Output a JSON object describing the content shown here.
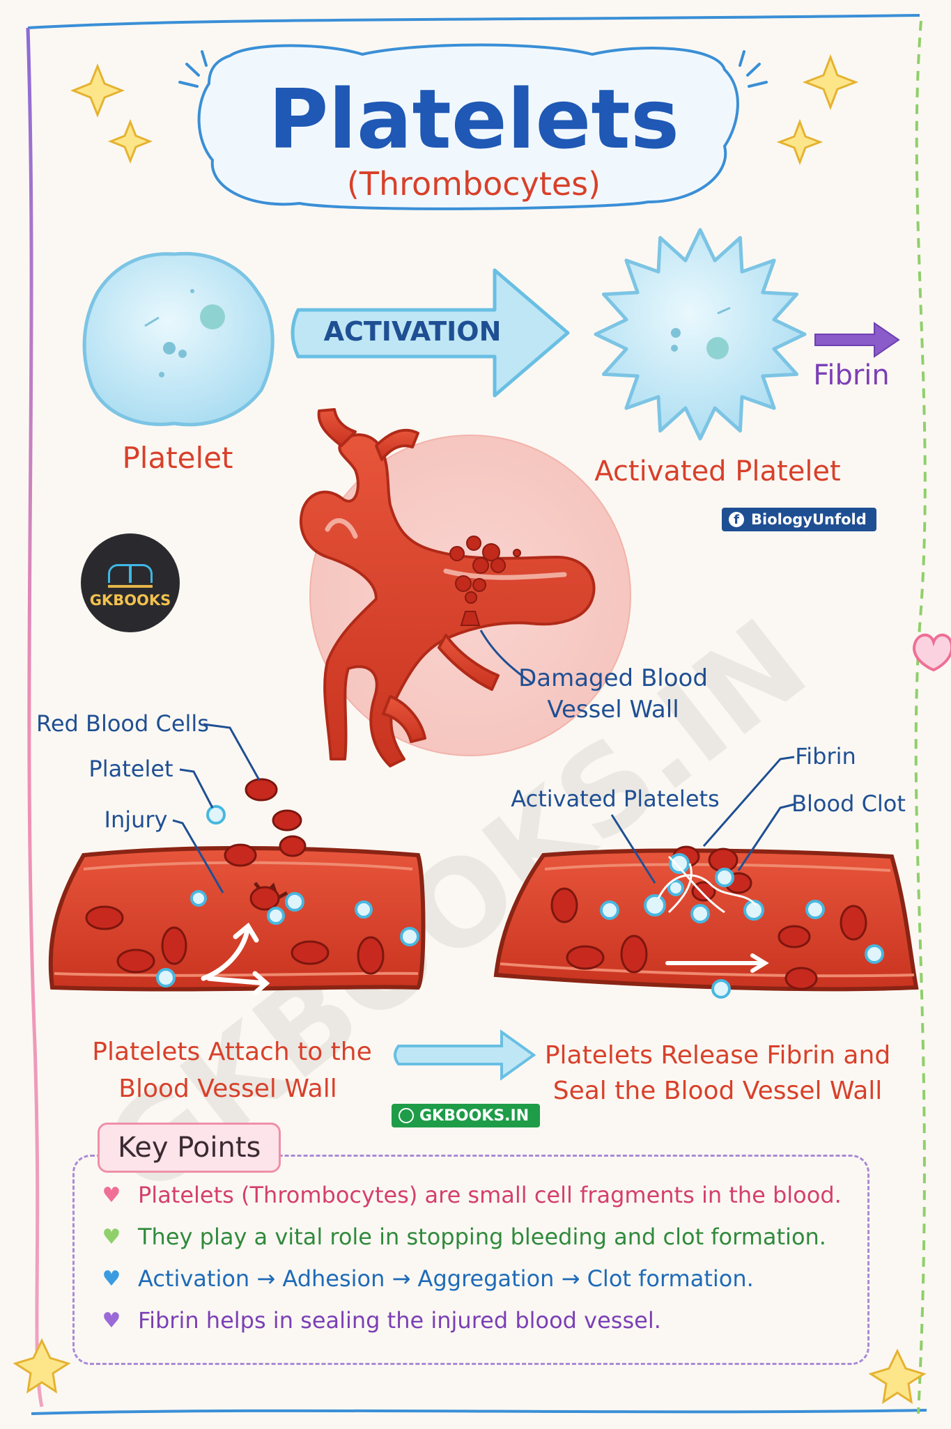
{
  "title": "Platelets",
  "subtitle": "(Thrombocytes)",
  "top_row": {
    "platelet_label": "Platelet",
    "activation_label": "ACTIVATION",
    "activated_label": "Activated Platelet",
    "fibrin_label": "Fibrin"
  },
  "vessel_diagram": {
    "damaged_label_line1": "Damaged Blood",
    "damaged_label_line2": "Vessel Wall"
  },
  "left_panel": {
    "rbc_label": "Red Blood Cells",
    "platelet_label": "Platelet",
    "injury_label": "Injury",
    "caption_line1": "Platelets Attach to the",
    "caption_line2": "Blood Vessel Wall"
  },
  "right_panel": {
    "activated_label": "Activated Platelets",
    "fibrin_label": "Fibrin",
    "clot_label": "Blood Clot",
    "caption_line1": "Platelets Release Fibrin and",
    "caption_line2": "Seal the Blood Vessel Wall"
  },
  "badges": {
    "facebook": "BiologyUnfold",
    "website": "GKBOOKS.IN",
    "logo": "GKBOOKS"
  },
  "watermark": "GKBOOKS.IN",
  "key_points": {
    "title": "Key Points",
    "items": [
      "Platelets (Thrombocytes) are small cell fragments in the blood.",
      "They play a vital role in stopping bleeding and clot formation.",
      "Activation → Adhesion → Aggregation → Clot formation.",
      "Fibrin helps in sealing the injured blood vessel."
    ]
  },
  "colors": {
    "title_blue": "#1f58b5",
    "label_red": "#d8402a",
    "platelet_blue": "#bfe6f5",
    "vessel_red": "#d9442f",
    "fibrin_purple": "#7b3fb5"
  }
}
